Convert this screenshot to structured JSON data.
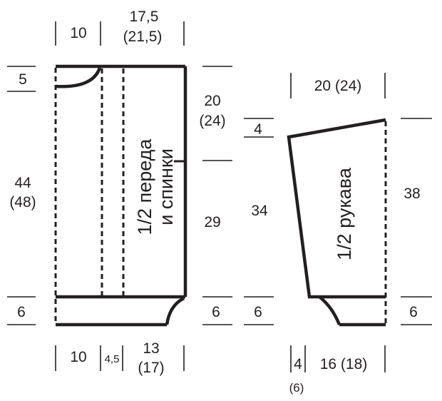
{
  "body_pattern": {
    "title_line1": "1/2 переда",
    "title_line2": "и спинки",
    "top_width_left": "10",
    "top_width_right": "17,5",
    "top_width_right_alt": "(21,5)",
    "neck_depth": "5",
    "total_length": "44",
    "total_length_alt": "(48)",
    "armhole_depth": "20",
    "armhole_depth_alt": "(24)",
    "side_length": "29",
    "hem_left": "6",
    "hem_right": "6",
    "bottom_left": "10",
    "bottom_middle": "4,5",
    "bottom_right": "13",
    "bottom_right_alt": "(17)"
  },
  "sleeve_pattern": {
    "title": "1/2 рукава",
    "top_width": "20",
    "top_width_alt": "(24)",
    "cap_height": "4",
    "left_length": "34",
    "right_length": "38",
    "cuff_left": "6",
    "cuff_right": "6",
    "bottom_left": "4",
    "bottom_left_alt": "(6)",
    "bottom_right": "16",
    "bottom_right_alt": "(18)"
  }
}
